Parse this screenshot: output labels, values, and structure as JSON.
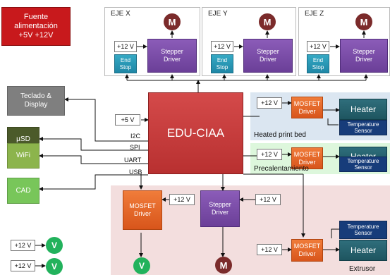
{
  "power_supply": {
    "line1": "Fuente",
    "line2": "alimentación",
    "line3": "+5V +12V"
  },
  "axes": [
    {
      "title": "EJE X",
      "v12": "+12 V",
      "endstop": [
        "End",
        "Stop"
      ],
      "stepper": [
        "Stepper",
        "Driver"
      ],
      "motor": "M"
    },
    {
      "title": "EJE Y",
      "v12": "+12 V",
      "endstop": [
        "End",
        "Stop"
      ],
      "stepper": [
        "Stepper",
        "Driver"
      ],
      "motor": "M"
    },
    {
      "title": "EJE Z",
      "v12": "+12 V",
      "endstop": [
        "End",
        "Stop"
      ],
      "stepper": [
        "Stepper",
        "Driver"
      ],
      "motor": "M"
    }
  ],
  "cpu": {
    "label": "EDU-CIAA",
    "v5": "+5 V"
  },
  "buses": {
    "i2c": "I2C",
    "spi": "SPI",
    "uart": "UART",
    "usb": "USB"
  },
  "peripherals": {
    "display": [
      "Teclado &",
      "Display"
    ],
    "sd": "µSD",
    "wifi": "WiFi",
    "cad": "CAD"
  },
  "fan_rows": [
    {
      "v12": "+12 V",
      "fan": "V"
    },
    {
      "v12": "+12 V",
      "fan": "V"
    }
  ],
  "bed": {
    "label": "Heated print bed",
    "v12": "+12 V",
    "mosfet": [
      "MOSFET",
      "Driver"
    ],
    "heater": "Heater",
    "sensor": [
      "Temperature",
      "Sensor"
    ]
  },
  "preheat": {
    "label": "Precalentamiento",
    "v12": "+12 V",
    "mosfet": [
      "MOSFET",
      "Driver"
    ],
    "heater": "Heater",
    "sensor": [
      "Temperature",
      "Sensor"
    ]
  },
  "extruder": {
    "label": "Extrusor",
    "fan_mosfet": [
      "MOSFET",
      "Driver"
    ],
    "fan_v12": "+12 V",
    "fan": "V",
    "stepper": [
      "Stepper",
      "Driver"
    ],
    "stepper_v12": "+12 V",
    "motor": "M",
    "sensor": [
      "Temperature",
      "Sensor"
    ],
    "heat_v12": "+12 V",
    "heat_mosfet": [
      "MOSFET",
      "Driver"
    ],
    "heater": "Heater"
  },
  "colors": {
    "power": "#c8191c",
    "cpu": "#c83b3b",
    "display": "#7f7f7f",
    "sd": "#4b5a2a",
    "wifi": "#8cb44c",
    "cad": "#78c65a",
    "bed_bg": "#dbe6f1",
    "preheat_bg": "#ddf7dc",
    "extruder_bg": "#f3dede"
  }
}
